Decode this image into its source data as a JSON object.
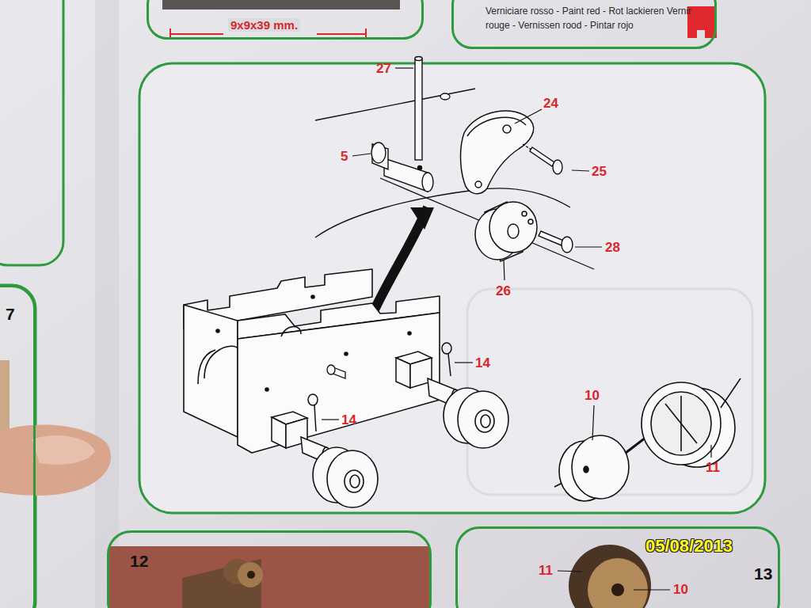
{
  "diagram": {
    "nodes": [
      {
        "text": [
          "9x9x39 mm."
        ]
      },
      {
        "text": [
          "Verniciare rosso - Paint red - Rot lackieren Vernir rouge - Vernissen rood - Pintar rojo"
        ]
      },
      {
        "text": [
          "7"
        ]
      },
      {
        "text": [
          "12"
        ]
      },
      {
        "text": [
          "13"
        ]
      }
    ],
    "labels": [
      "27",
      "24",
      "5",
      "25",
      "28",
      "26",
      "14",
      "14",
      "10",
      "11",
      "11",
      "10",
      "05/08/2013"
    ]
  }
}
